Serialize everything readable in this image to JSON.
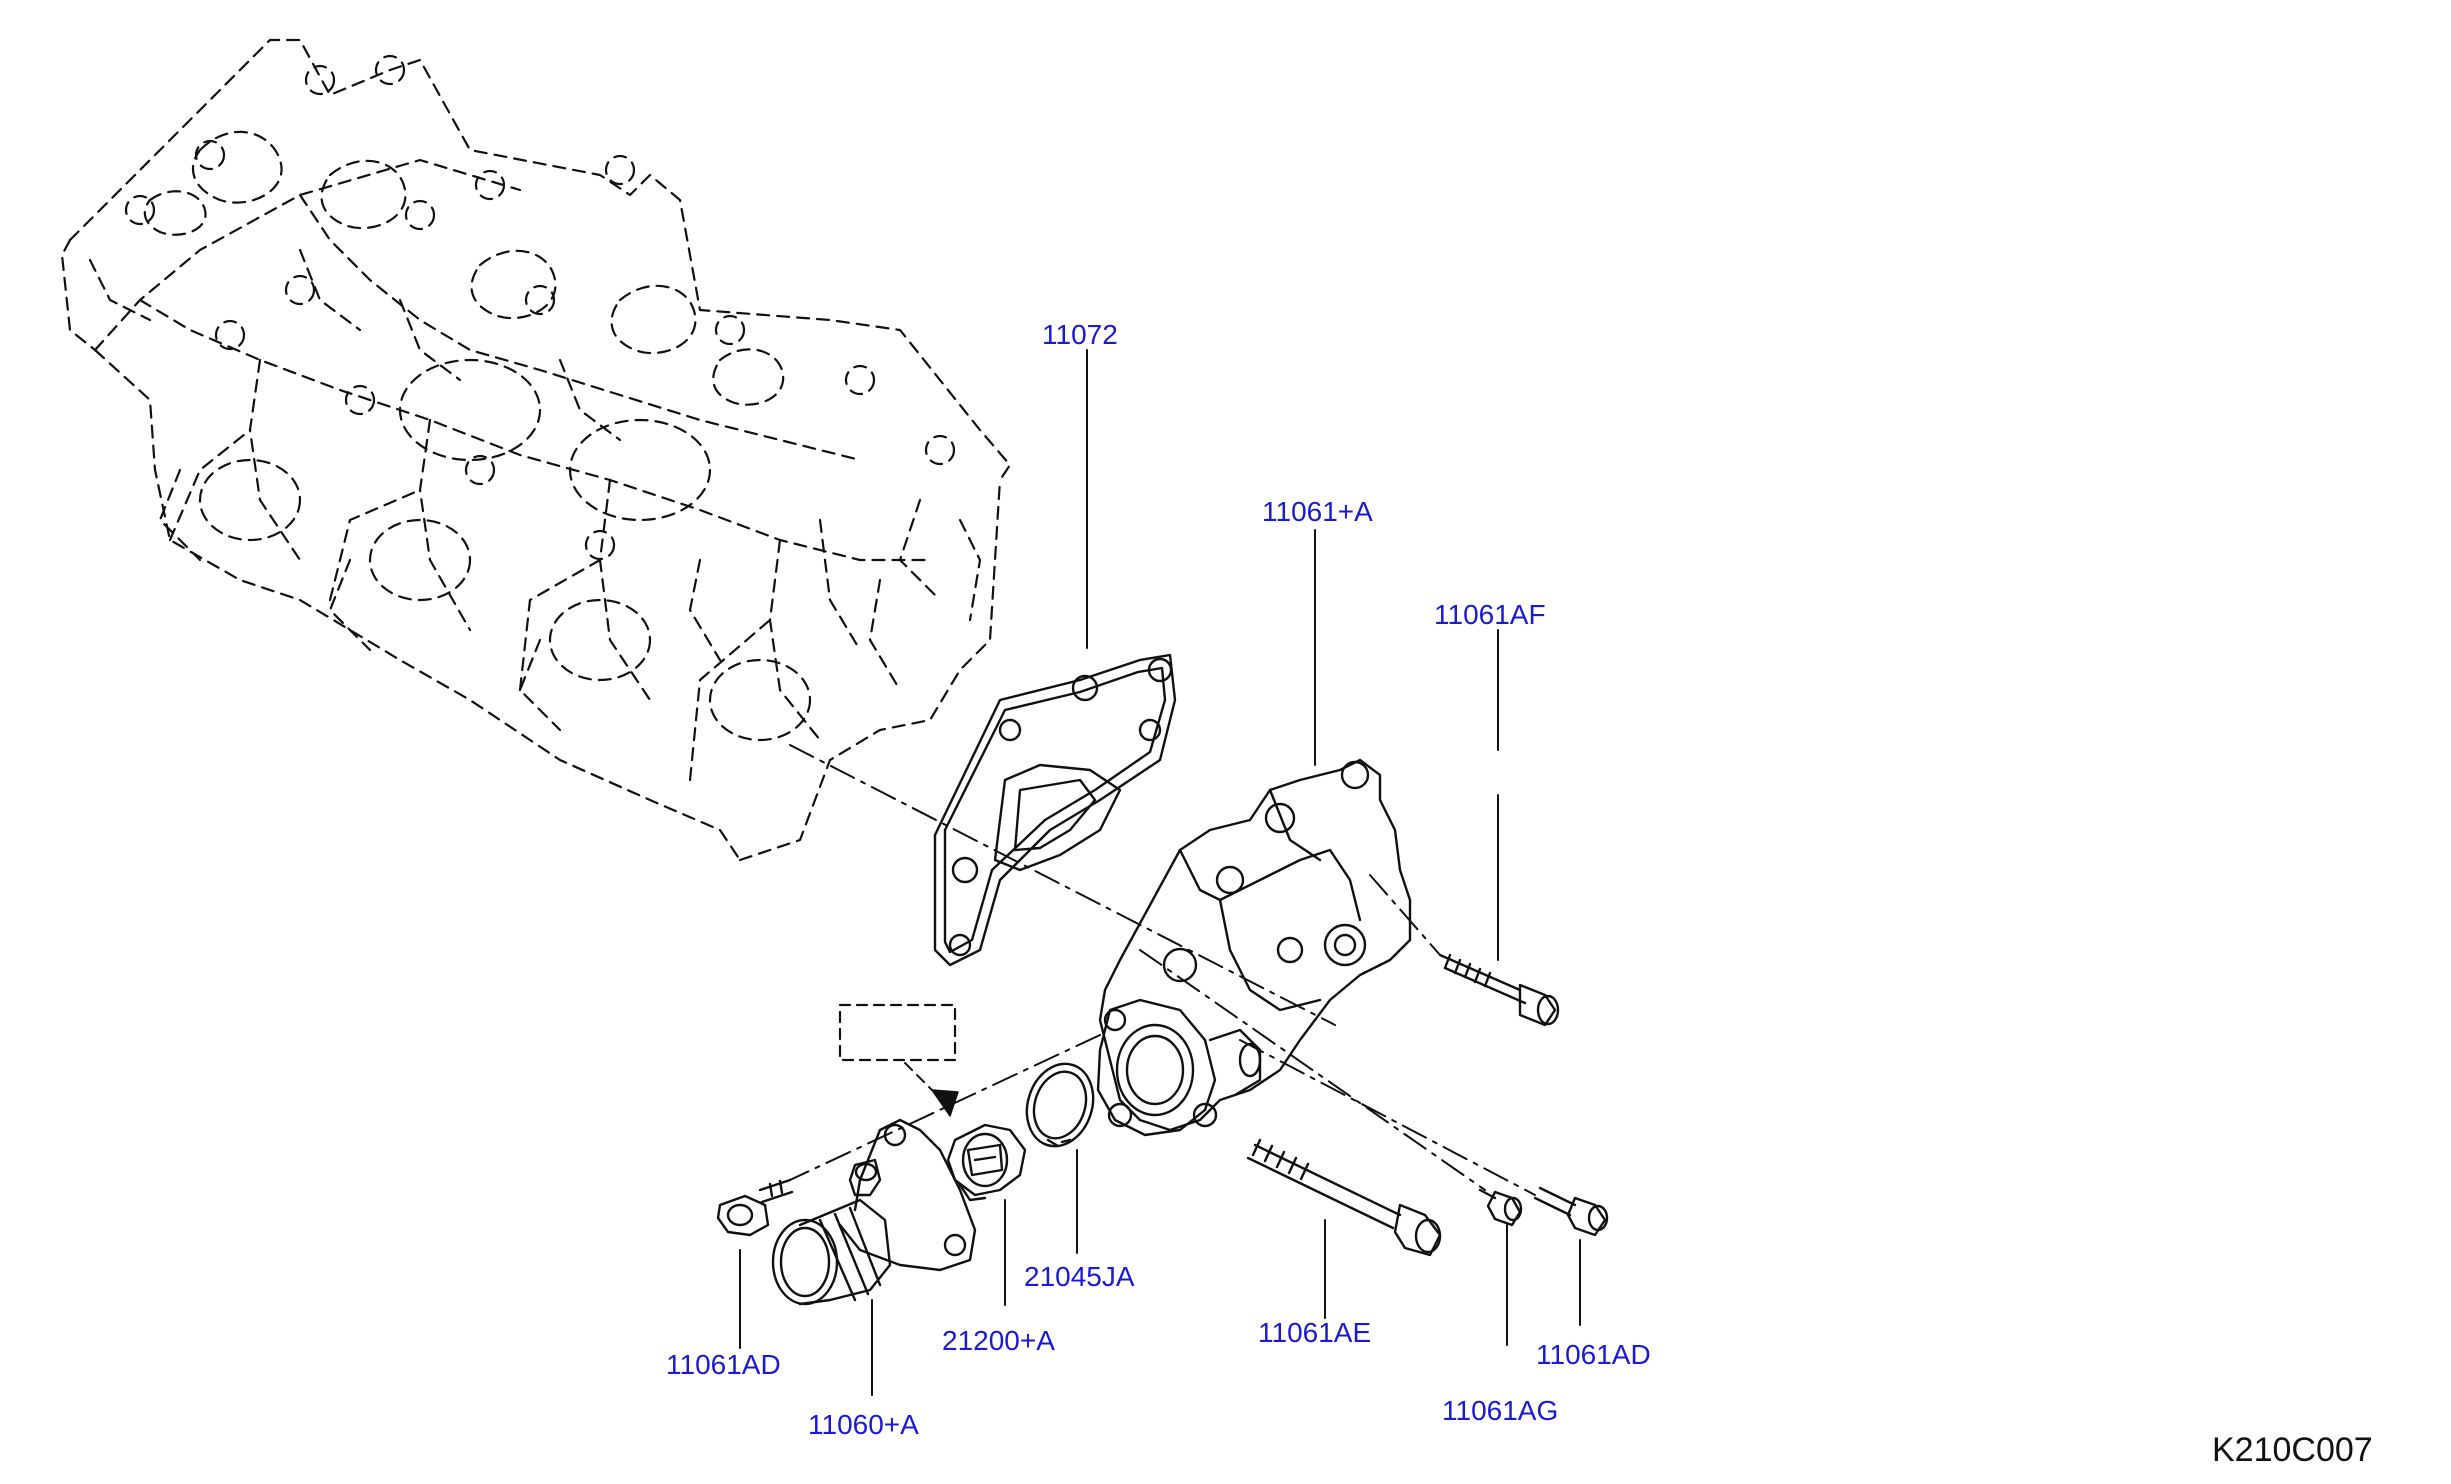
{
  "diagram_id": "K210C007",
  "colors": {
    "label": "#1a1ad6",
    "line": "#111111",
    "background": "#ffffff"
  },
  "parts": [
    {
      "key": "gasket",
      "number": "11072"
    },
    {
      "key": "water-outlet-housing",
      "number": "11061+A"
    },
    {
      "key": "stud-bolt-upper",
      "number": "11061AF"
    },
    {
      "key": "o-ring",
      "number": "21045JA"
    },
    {
      "key": "long-bolt",
      "number": "11061AE"
    },
    {
      "key": "bolt-right",
      "number": "11061AD"
    },
    {
      "key": "bolt-small",
      "number": "11061AG"
    },
    {
      "key": "bolt-left",
      "number": "11061AD"
    },
    {
      "key": "thermostat",
      "number": "21200+A"
    },
    {
      "key": "thermostat-housing",
      "number": "11060+A"
    }
  ]
}
